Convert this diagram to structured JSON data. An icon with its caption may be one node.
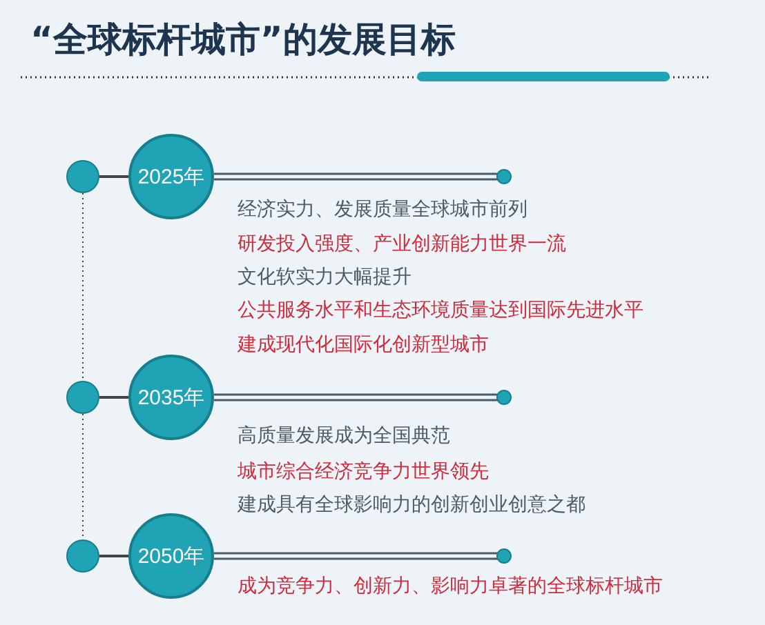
{
  "diagram": {
    "title": "“全球标杆城市”的发展目标",
    "nodes": [
      {
        "text": [],
        "shape": "circle"
      },
      {
        "text": [
          "2025年"
        ]
      },
      {
        "text": [],
        "shape": "circle"
      },
      {
        "text": [
          "2035年"
        ]
      },
      {
        "text": [],
        "shape": "circle"
      },
      {
        "text": [
          "2050年"
        ]
      }
    ],
    "edges": [
      {
        "from": 0,
        "to": 1,
        "arrow": "none"
      },
      {
        "from": 0,
        "to": 2,
        "arrow": "none",
        "style": "dashed"
      },
      {
        "from": 2,
        "to": 3,
        "arrow": "none"
      },
      {
        "from": 2,
        "to": 4,
        "arrow": "none",
        "style": "dashed"
      },
      {
        "from": 4,
        "to": 5,
        "arrow": "none"
      }
    ],
    "labels": [
      "经济实力、发展质量全球城市前列",
      "研发投入强度、产业创新能力世界一流",
      "文化软实力大幅提升",
      "公共服务水平和生态环境质量达到国际先进水平",
      "建成现代化国际化创新型城市",
      "高质量发展成为全国典范",
      "城市综合经济竞争力世界领先",
      "建成具有全球影响力的创新创业创意之都",
      "成为竞争力、创新力、影响力卓著的全球标杆城市"
    ]
  }
}
